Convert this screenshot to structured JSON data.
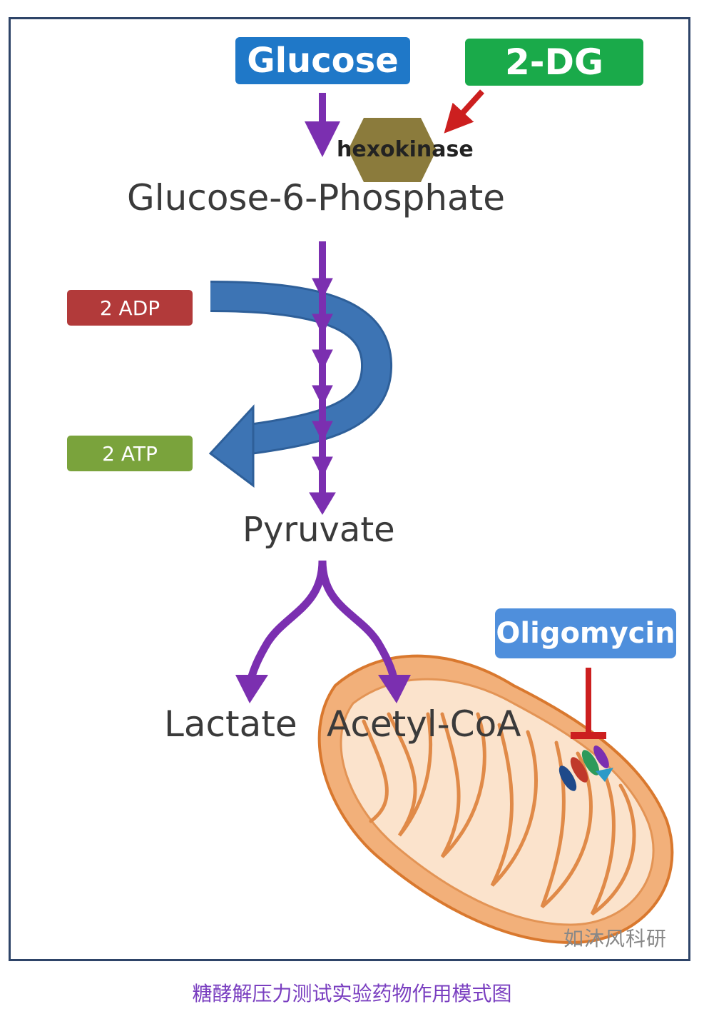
{
  "nodes": {
    "glucose": "Glucose",
    "two_dg": "2-DG",
    "hexokinase": "hexokinase",
    "g6p": "Glucose-6-Phosphate",
    "adp": "2 ADP",
    "atp": "2 ATP",
    "pyruvate": "Pyruvate",
    "lactate": "Lactate",
    "acetyl_coa": "Acetyl-CoA",
    "oligomycin": "Oligomycin"
  },
  "colors": {
    "glucose_box": "#1f78c8",
    "two_dg_box": "#1aaa4a",
    "adp_box": "#b23a3a",
    "atp_box": "#7aa33c",
    "oligomycin_box": "#4f8fdc",
    "pathway_arrow": "#7b2fb0",
    "inhibit_arrow": "#cc1f1f",
    "energy_arrow": "#3d74b4",
    "hexokinase_fill": "#8b7b3c",
    "mito_fill": "#f2b07a",
    "mito_stroke": "#d9782e"
  },
  "watermark": "如沐风科研",
  "caption": "糖酵解压力测试实验药物作用模式图"
}
